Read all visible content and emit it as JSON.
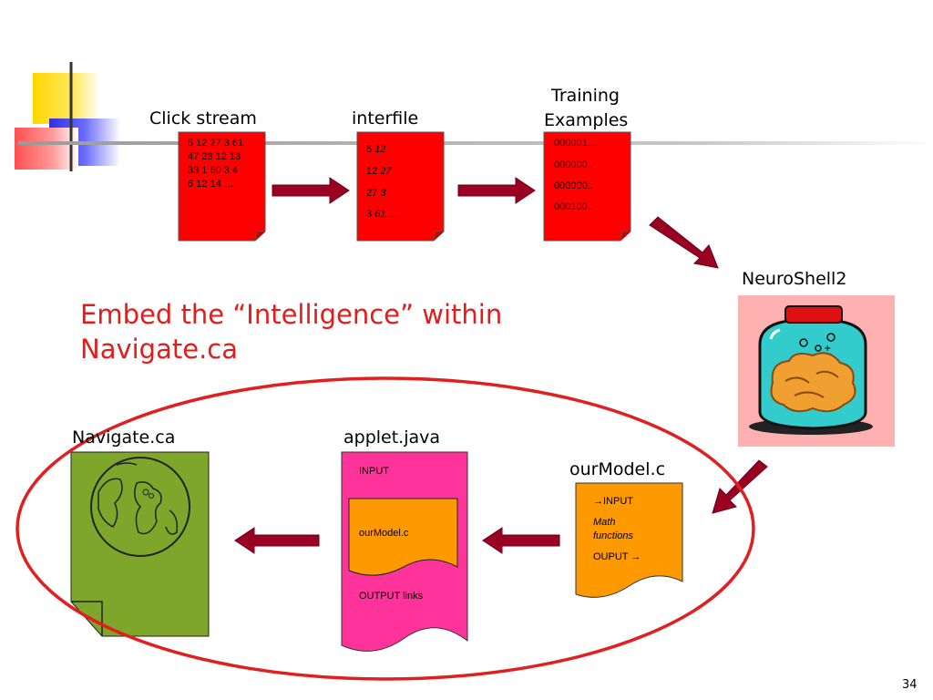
{
  "slide": {
    "title_line1": "Embed the “Intelligence” within",
    "title_line2": "Navigate.ca",
    "page_number": "34"
  },
  "pipeline": {
    "clickstream": {
      "label": "Click stream",
      "lines": [
        "5 12 27 3 61",
        "47 23 12 13",
        "33 1 60 3 4",
        "6 12 14 …"
      ]
    },
    "interfile": {
      "label": "interfile",
      "rows": [
        {
          "a": "5",
          "b": "12"
        },
        {
          "a": "12",
          "b": "27"
        },
        {
          "a": "27",
          "b": "3"
        },
        {
          "a": "3",
          "b": "61",
          "c": "…"
        }
      ]
    },
    "training": {
      "label_line1": "Training",
      "label_line2": "Examples",
      "lines": [
        "000001…",
        "000000..",
        "000000..",
        "000100.."
      ]
    },
    "neuroshell": {
      "label": "NeuroShell2"
    }
  },
  "deployment": {
    "navigate": {
      "label": "Navigate.ca"
    },
    "applet": {
      "label": "applet.java",
      "input": "INPUT",
      "inner": "ourModel.c",
      "output": "OUTPUT links"
    },
    "ourmodel": {
      "label": "ourModel.c",
      "input": "→INPUT",
      "math1": "Math",
      "math2": "functions",
      "output": "OUPUT →"
    }
  },
  "colors": {
    "doc_red": "#ff0000",
    "arrow": "#990022",
    "title_red": "#e31b1b",
    "ellipse": "#e02020",
    "olive": "#7da62a",
    "pink": "#ff3399",
    "orange": "#ff9900",
    "jar_bg": "#ffb0b0"
  }
}
